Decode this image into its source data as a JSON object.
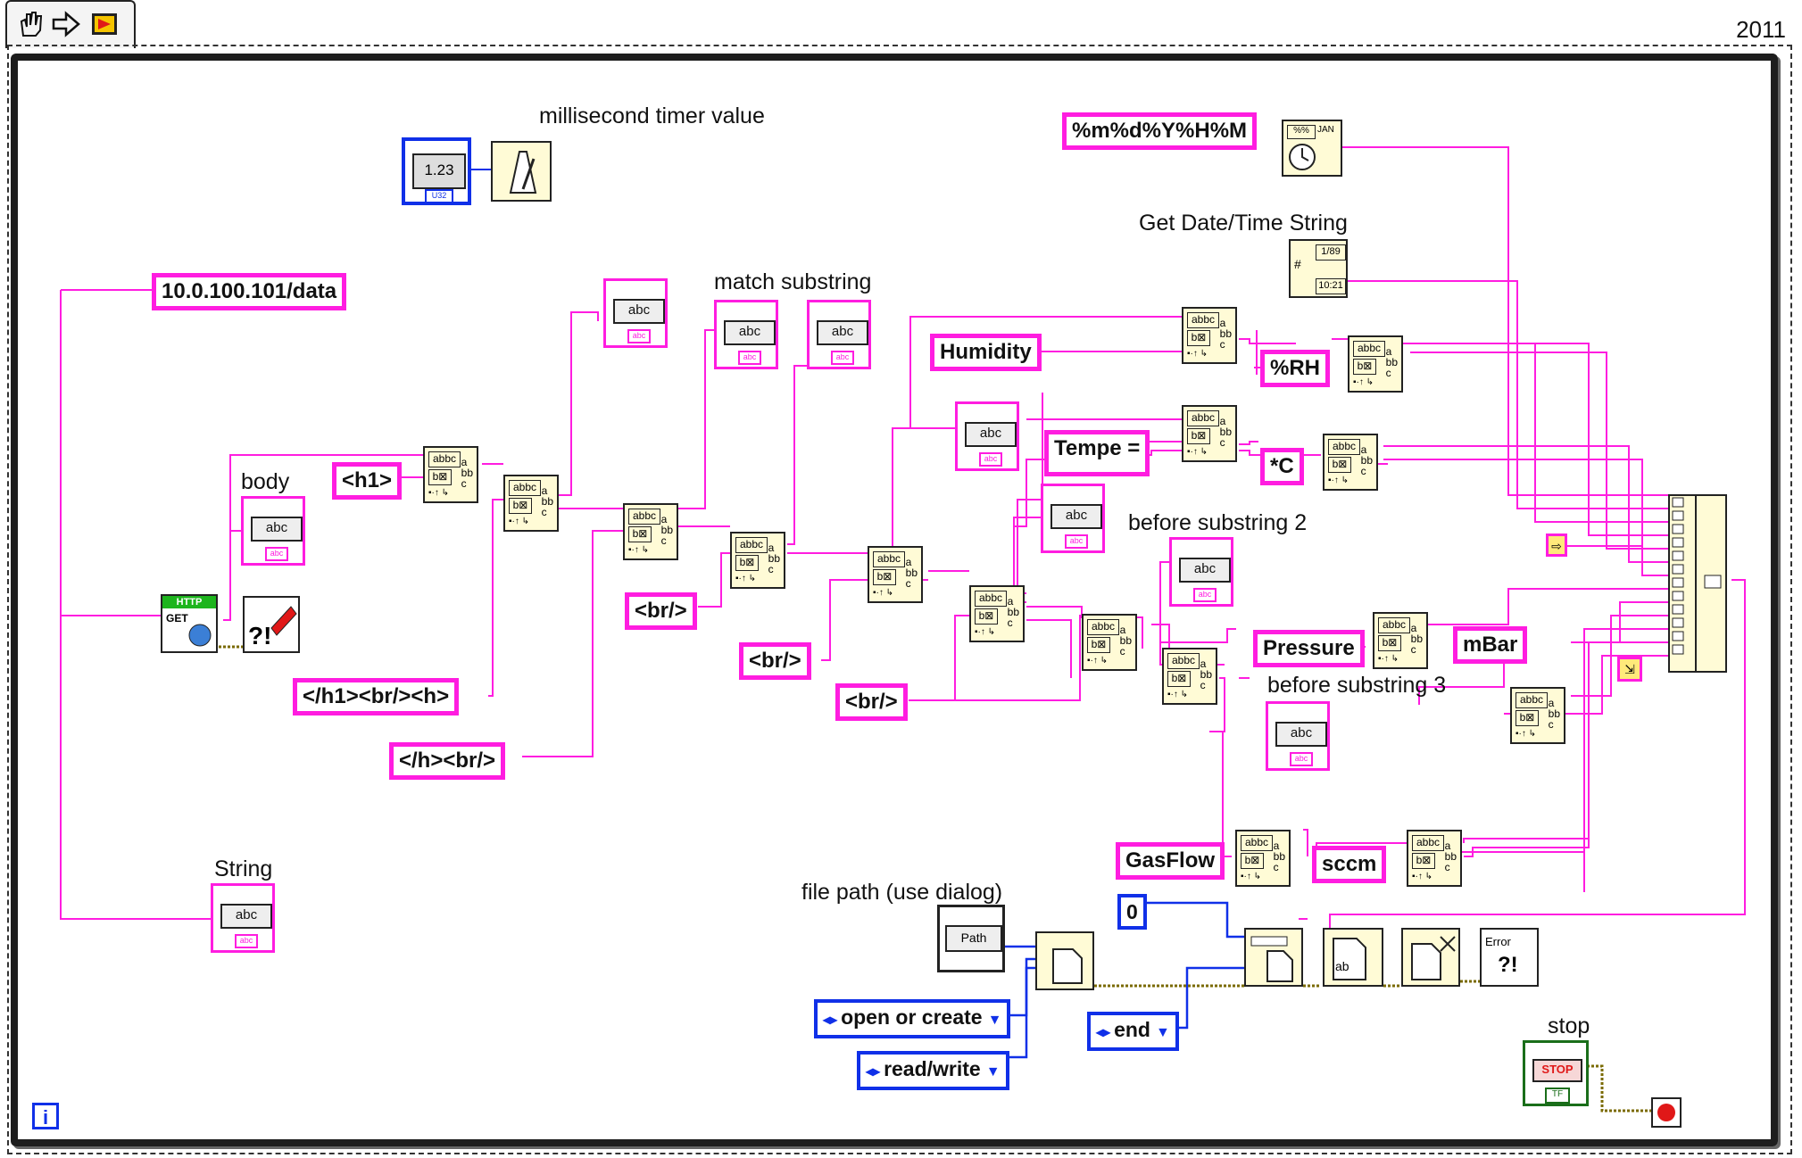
{
  "window": {
    "year": "2011"
  },
  "toolbar": {
    "icons": [
      "hand-icon",
      "run-arrow-icon",
      "highlight-execution-icon"
    ]
  },
  "labels": {
    "ms_timer": "millisecond timer value",
    "get_datetime": "Get Date/Time String",
    "match_substring": "match substring",
    "body": "body",
    "before_substring_2": "before substring 2",
    "before_substring_3": "before substring 3",
    "string": "String",
    "file_path": "file path (use dialog)",
    "stop": "stop"
  },
  "constants": {
    "ip": "10.0.100.101/data",
    "h1": "<h1>",
    "h1_close": "</h1><br/><h>",
    "h_close": "</h><br/>",
    "br1": "<br/>",
    "br2": "<br/>",
    "br3": "<br/>",
    "format": "%m%d%Y%H%M",
    "humidity": "Humidity",
    "rh": "%RH",
    "tempe": "Tempe =",
    "deg_c": "*C",
    "pressure": "Pressure",
    "mbar": "mBar",
    "gasflow": "GasFlow",
    "sccm": "sccm",
    "zero": "0"
  },
  "enums": {
    "open_or_create": "open or create",
    "read_write": "read/write",
    "end": "end"
  },
  "indicators": {
    "abc": "abc",
    "foot": "abc"
  },
  "nodes": {
    "timer_num": "1.23",
    "timer_type": "U32",
    "http_get": "HTTP",
    "get": "GET",
    "path": "Path",
    "error": "Error",
    "stop_btn": "STOP",
    "tf": "TF",
    "info": "i",
    "date_icon": "1/89",
    "time_icon": "10:21",
    "jan": "JAN"
  },
  "colors": {
    "string_wire": "#ff1de0",
    "numeric_wire": "#1030e8",
    "frame": "#1d1d1d"
  }
}
